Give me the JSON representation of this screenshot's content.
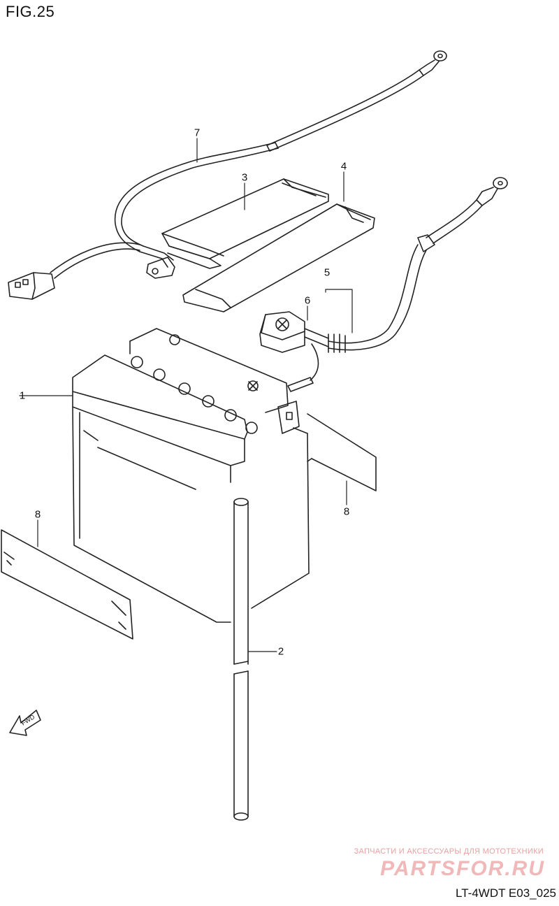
{
  "figure": {
    "title": "FIG.25",
    "code": "LT-4WDT E03_025"
  },
  "callouts": {
    "battery": "1",
    "breather_hose": "2",
    "band_upper": "3",
    "band_lower": "4",
    "positive_lead": "5",
    "terminal_cover": "6",
    "negative_lead": "7",
    "pad_right": "8",
    "pad_left": "8"
  },
  "direction": {
    "label": "FWD"
  },
  "watermark": {
    "tagline": "ЗАПЧАСТИ И АКСЕССУАРЫ ДЛЯ МОТОТЕХНИКИ",
    "logo": "PARTSFOR.RU"
  },
  "colors": {
    "line": "#222222",
    "watermark": "#e8a0a0"
  }
}
